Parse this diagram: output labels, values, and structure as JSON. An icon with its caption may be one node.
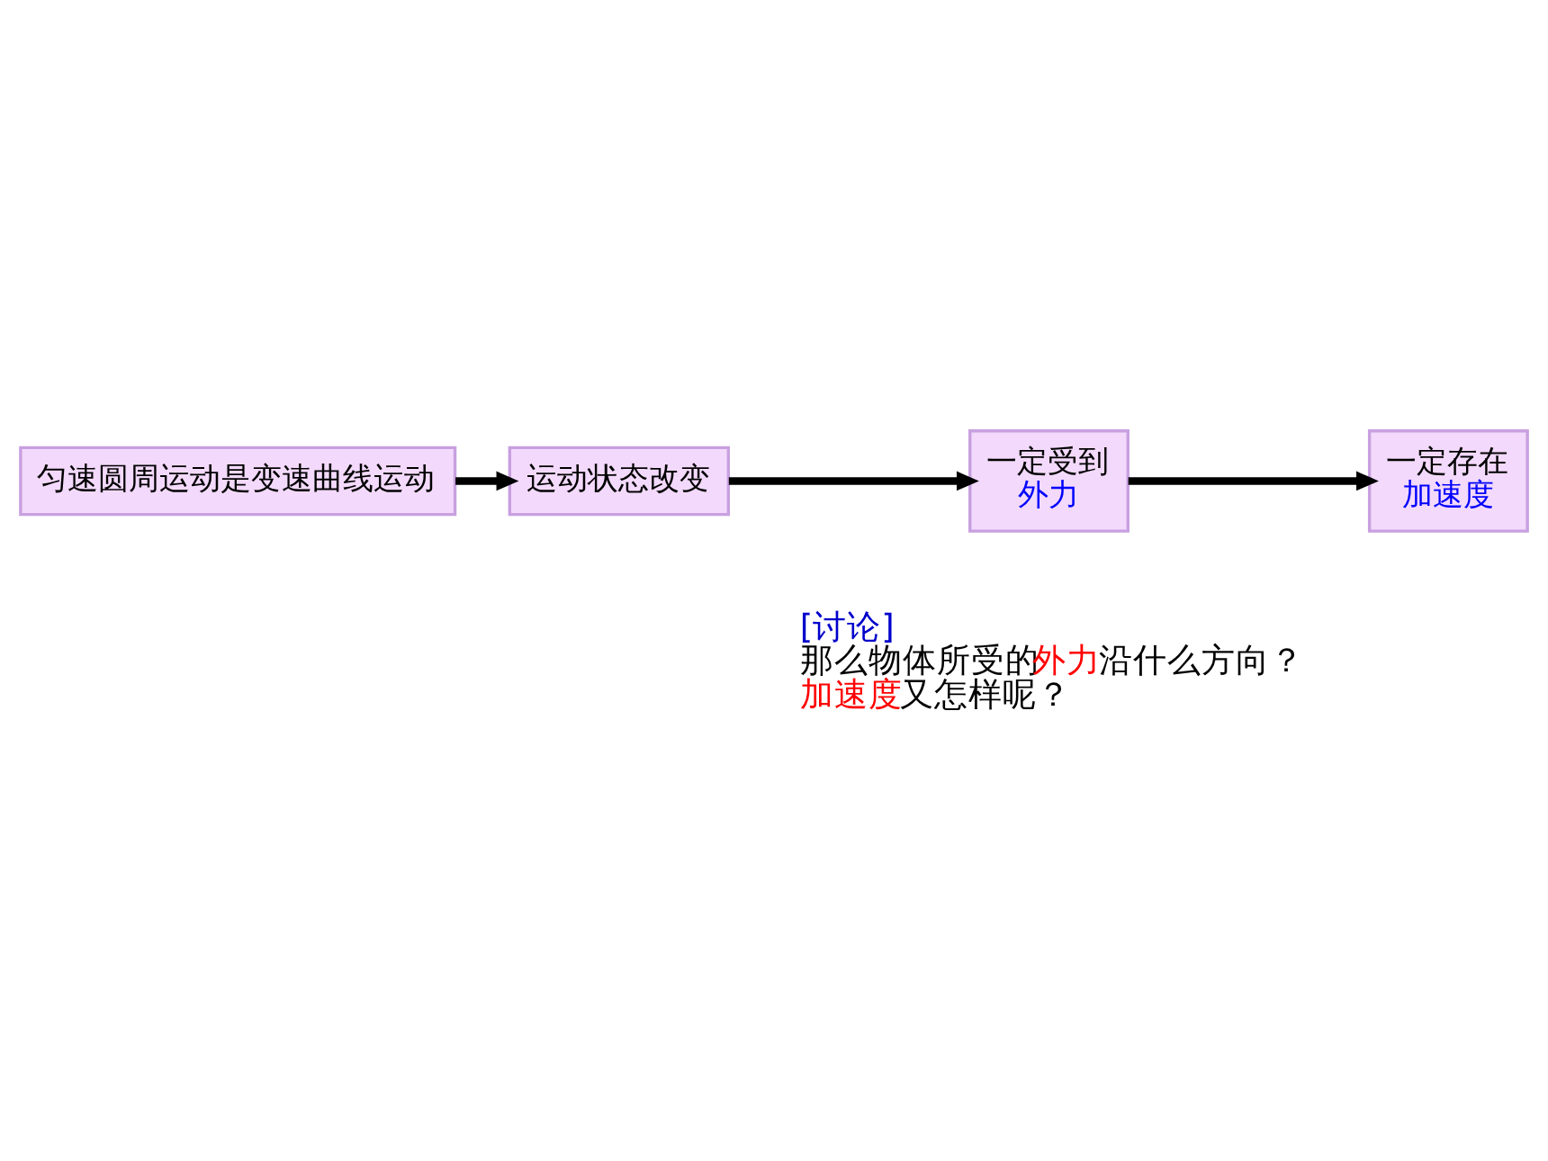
{
  "diagram": {
    "nodes": [
      {
        "text": [
          "匀速圆周运动是变速曲线运动"
        ]
      },
      {
        "text": [
          "运动状态改变"
        ]
      },
      {
        "text": [
          "一定受到",
          "外力"
        ]
      },
      {
        "text": [
          "一定存在",
          "加速度"
        ]
      }
    ],
    "edges": [
      {
        "from": 0,
        "to": 1,
        "arrow": "to"
      },
      {
        "from": 1,
        "to": 2,
        "arrow": "to"
      },
      {
        "from": 2,
        "to": 3,
        "arrow": "to"
      }
    ],
    "labels": [
      "[讨论]",
      "那么物体所受的",
      "外力",
      "沿什么方向？",
      "加速度",
      "又怎样呢？"
    ]
  }
}
